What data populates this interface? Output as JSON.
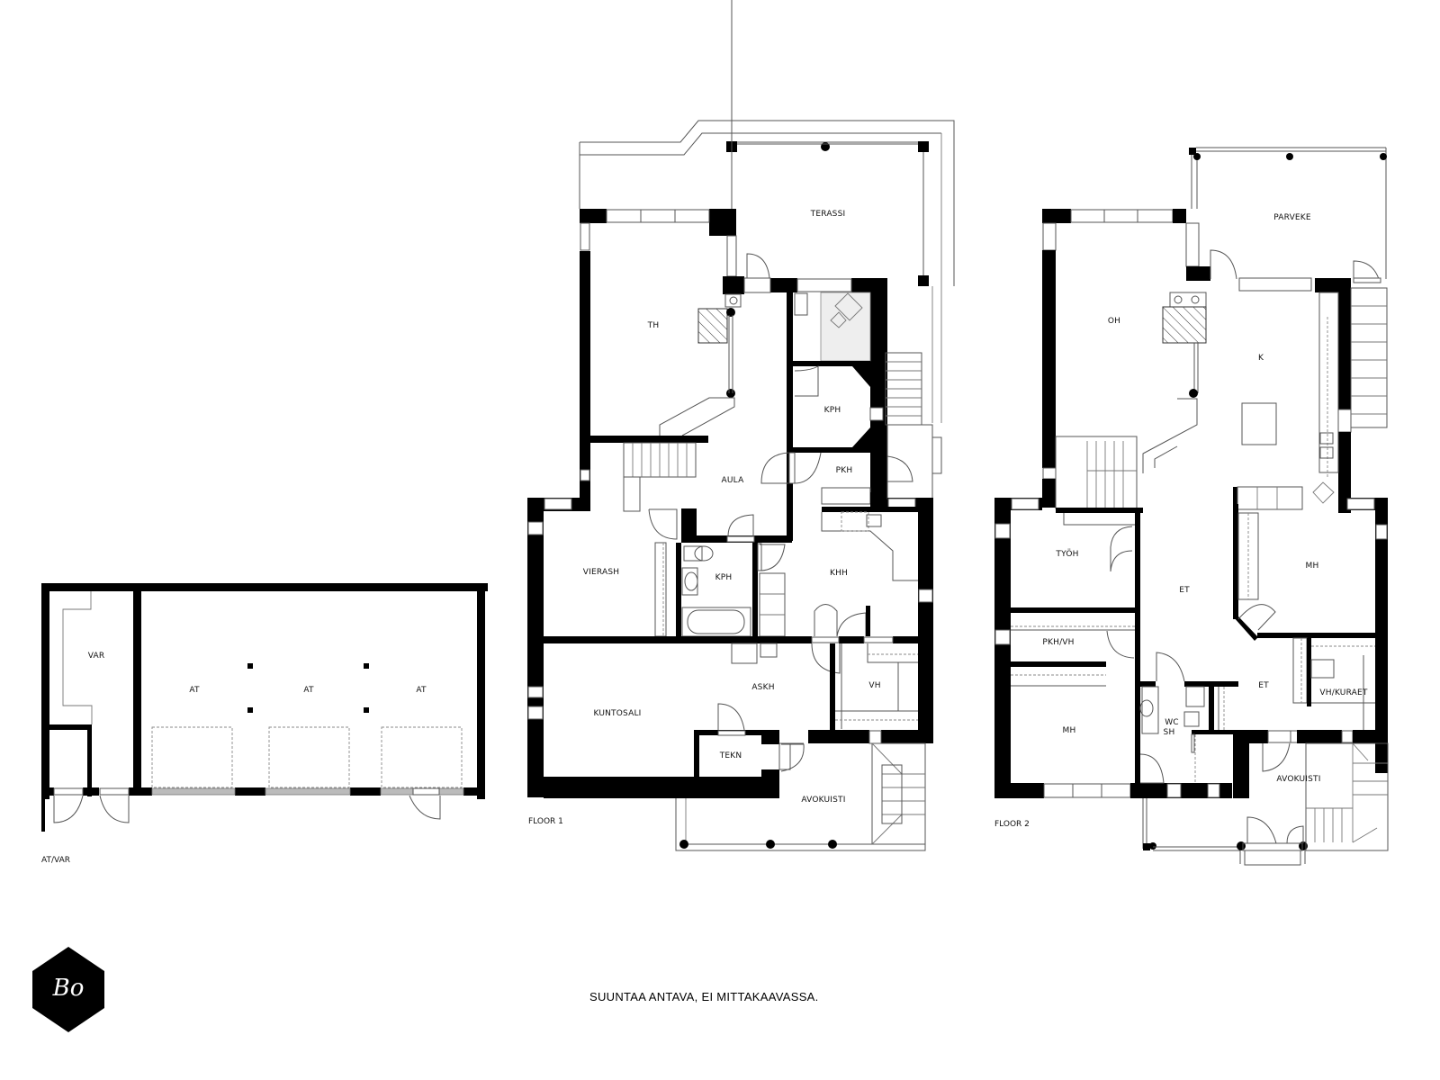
{
  "footer": {
    "disclaimer": "SUUNTAA ANTAVA, EI MITTAKAAVASSA."
  },
  "logo": {
    "text": "Bo",
    "icon": "hexagon-logo-icon"
  },
  "plans": {
    "outbuilding": {
      "label": "AT/VAR",
      "rooms": {
        "var": "VAR",
        "at1": "AT",
        "at2": "AT",
        "at3": "AT"
      }
    },
    "floor1": {
      "label": "FLOOR 1",
      "rooms": {
        "terassi": "TERASSI",
        "th": "TH",
        "kph_upper": "KPH",
        "pkh": "PKH",
        "aula": "AULA",
        "vierash": "VIERASH",
        "kph_lower": "KPH",
        "khh": "KHH",
        "kuntosali": "KUNTOSALI",
        "askh": "ASKH",
        "vh": "VH",
        "tekn": "TEKN",
        "avokuisti": "AVOKUISTI"
      }
    },
    "floor2": {
      "label": "FLOOR 2",
      "rooms": {
        "parveke": "PARVEKE",
        "oh": "OH",
        "k": "K",
        "tyoh": "TYÖH",
        "et_upper": "ET",
        "mh_right": "MH",
        "pkh_vh": "PKH/VH",
        "mh_left": "MH",
        "wc": "WC",
        "sh": "SH",
        "et_lower": "ET",
        "vh_kuraet": "VH/KURAET",
        "avokuisti": "AVOKUISTI"
      }
    }
  }
}
